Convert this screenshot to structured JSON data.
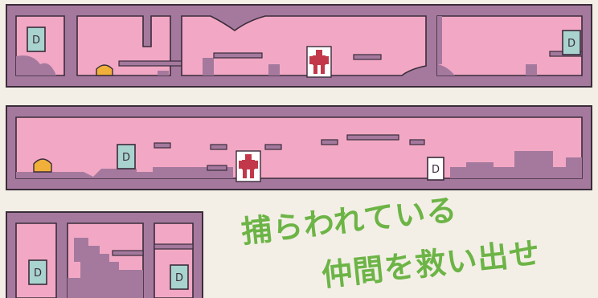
{
  "caption": {
    "line1": "捕らわれている",
    "line2": "仲間を救い出せ"
  },
  "door_label": "D",
  "colors": {
    "page_bg": "#f3efe6",
    "wall": "#a5799e",
    "wall_shadow": "#8a5f86",
    "room": "#f2a8c4",
    "outline": "#3a2c3a",
    "door": "#a9d3cf",
    "door_white": "#ffffff",
    "hatch": "#f1b03a",
    "captive_red": "#c2384a",
    "caption_green": "#6cb446"
  },
  "icons": [
    "door-icon",
    "hatch-icon",
    "captive-ally-icon",
    "floating-platform"
  ]
}
